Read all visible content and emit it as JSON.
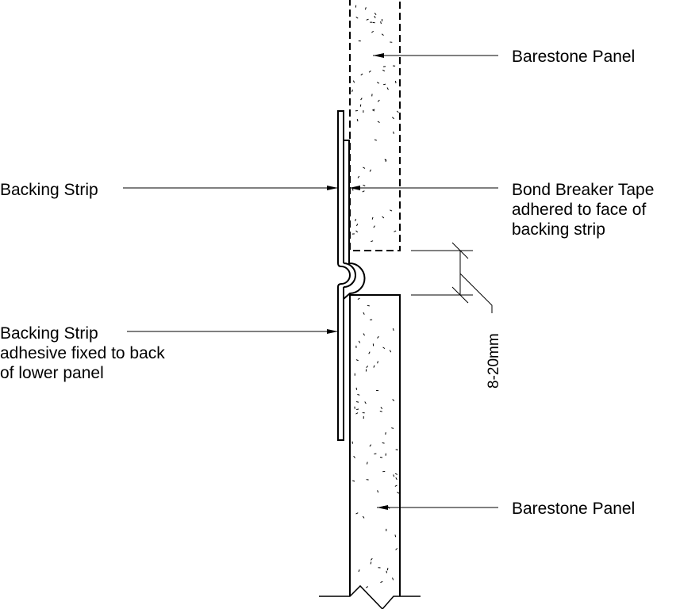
{
  "labels": {
    "top_panel": "Barestone Panel",
    "backing_strip": "Backing Strip",
    "bond_breaker": [
      "Bond Breaker Tape",
      "adhered to face of",
      "backing strip"
    ],
    "backing_strip_lower": [
      "Backing Strip",
      "adhesive fixed to back",
      "of lower panel"
    ],
    "bottom_panel": "Barestone Panel"
  },
  "dimension": "8-20mm"
}
